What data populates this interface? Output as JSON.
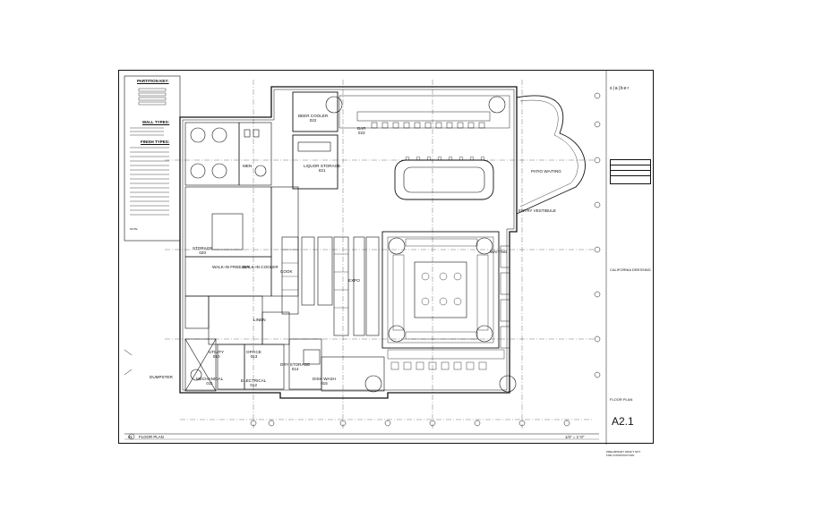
{
  "legend": {
    "partition_key": "PARTITION KEY:",
    "wall_types": "WALL TYPES:",
    "finish_types": "FINISH TYPES:",
    "note": "NOTE:"
  },
  "rooms": {
    "beer_cooler": "BEER COOLER",
    "beer_cooler_no": "022",
    "bar": "BAR",
    "bar_no": "023",
    "liquor_storage": "LIQUOR STORAGE",
    "liquor_storage_no": "021",
    "men": "MEN",
    "storage": "STORAGE",
    "storage_no": "020",
    "walk_in": "WALK-IN FREEZER",
    "walk_in_cooler": "WALK-IN COOLER",
    "waiting": "WAITING",
    "entry_vestibule": "ENTRY VESTIBULE",
    "patio": "PATIO WAITING",
    "utility": "UTILITY",
    "utility_no": "010",
    "mechanical": "MECHANICAL",
    "mechanical_no": "011",
    "electrical": "ELECTRICAL",
    "electrical_no": "012",
    "office": "OFFICE",
    "office_no": "013",
    "dry_storage": "DRY STORAGE",
    "dry_storage_no": "014",
    "dish_wash": "DISH WASH",
    "dish_wash_no": "015",
    "dumpster": "DUMPSTER",
    "linen": "LINEN",
    "expo": "EXPO",
    "cook": "COOK"
  },
  "drawing": {
    "view_no": "01",
    "view_title": "FLOOR PLAN",
    "scale": "1/4\" = 1'-0\""
  },
  "titleblock": {
    "firm": "s|a|ber",
    "project": "CALIFORNIA DRESSING",
    "sheet_title": "FLOOR PLAN",
    "sheet_number": "A2.1",
    "status": "PRELIMINARY DRAFT NOT FOR CONSTRUCTION"
  }
}
